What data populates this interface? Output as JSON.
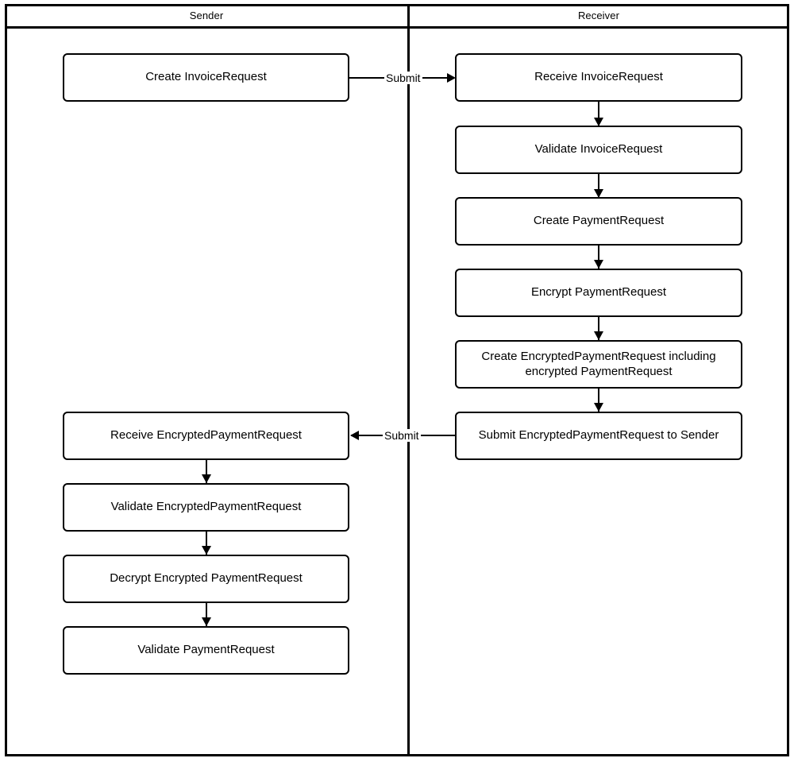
{
  "diagram": {
    "type": "swimlane-flowchart",
    "lanes": [
      {
        "id": "sender",
        "label": "Sender"
      },
      {
        "id": "receiver",
        "label": "Receiver"
      }
    ],
    "nodes": [
      {
        "id": "n1",
        "lane": "sender",
        "label": "Create InvoiceRequest"
      },
      {
        "id": "n2",
        "lane": "receiver",
        "label": "Receive InvoiceRequest"
      },
      {
        "id": "n3",
        "lane": "receiver",
        "label": "Validate InvoiceRequest"
      },
      {
        "id": "n4",
        "lane": "receiver",
        "label": "Create PaymentRequest"
      },
      {
        "id": "n5",
        "lane": "receiver",
        "label": "Encrypt PaymentRequest"
      },
      {
        "id": "n6",
        "lane": "receiver",
        "label": "Create EncryptedPaymentRequest including encrypted PaymentRequest"
      },
      {
        "id": "n7",
        "lane": "receiver",
        "label": "Submit EncryptedPaymentRequest to Sender"
      },
      {
        "id": "n8",
        "lane": "sender",
        "label": "Receive EncryptedPaymentRequest"
      },
      {
        "id": "n9",
        "lane": "sender",
        "label": "Validate EncryptedPaymentRequest"
      },
      {
        "id": "n10",
        "lane": "sender",
        "label": "Decrypt Encrypted PaymentRequest"
      },
      {
        "id": "n11",
        "lane": "sender",
        "label": "Validate PaymentRequest"
      }
    ],
    "edges": [
      {
        "from": "n1",
        "to": "n2",
        "label": "Submit",
        "direction": "right"
      },
      {
        "from": "n2",
        "to": "n3",
        "label": "",
        "direction": "down"
      },
      {
        "from": "n3",
        "to": "n4",
        "label": "",
        "direction": "down"
      },
      {
        "from": "n4",
        "to": "n5",
        "label": "",
        "direction": "down"
      },
      {
        "from": "n5",
        "to": "n6",
        "label": "",
        "direction": "down"
      },
      {
        "from": "n6",
        "to": "n7",
        "label": "",
        "direction": "down"
      },
      {
        "from": "n7",
        "to": "n8",
        "label": "Submit",
        "direction": "left"
      },
      {
        "from": "n8",
        "to": "n9",
        "label": "",
        "direction": "down"
      },
      {
        "from": "n9",
        "to": "n10",
        "label": "",
        "direction": "down"
      },
      {
        "from": "n10",
        "to": "n11",
        "label": "",
        "direction": "down"
      }
    ],
    "colors": {
      "stroke": "#000000",
      "fill": "#ffffff",
      "text": "#000000"
    }
  }
}
